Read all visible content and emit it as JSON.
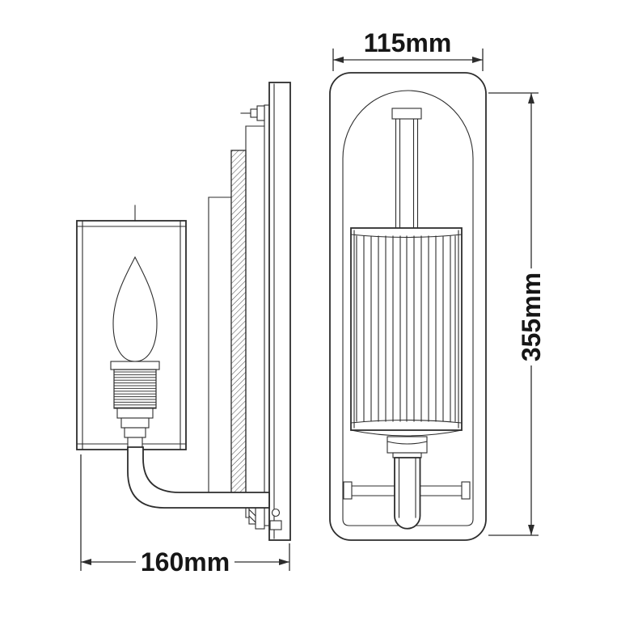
{
  "dimensions": {
    "width_label": "115mm",
    "height_label": "355mm",
    "depth_label": "160mm"
  },
  "colors": {
    "line": "#2d2d2d",
    "background": "#ffffff",
    "text": "#161616"
  }
}
